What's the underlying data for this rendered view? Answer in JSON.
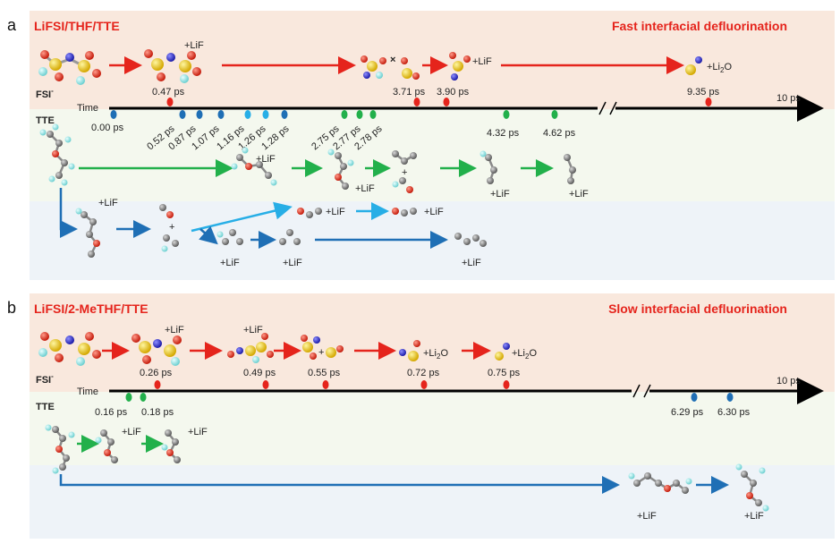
{
  "panel_a": {
    "letter": "a",
    "title": "LiFSI/THF/TTE",
    "subtitle": "Fast interfacial defluorination",
    "time_label": "Time",
    "fsi_label": "FSI",
    "fsi_sup": "-",
    "tte_label": "TTE",
    "end_label": "10 ps",
    "fsi_times": [
      "0.47 ps",
      "3.71 ps",
      "3.90 ps",
      "9.35 ps"
    ],
    "fsi_products": [
      "+LiF",
      "×",
      "+LiF",
      "+Li",
      "2",
      "O"
    ],
    "tte_times_dark": [
      "0.00 ps",
      "0.52 ps",
      "0.87 ps",
      "1.07 ps",
      "1.28 ps"
    ],
    "tte_times_light": [
      "1.16 ps",
      "1.26 ps"
    ],
    "tte_times_green": [
      "2.75 ps",
      "2.77 ps",
      "2.78 ps",
      "4.32 ps",
      "4.62 ps"
    ],
    "green_products": [
      "+LiF",
      "+LiF",
      "+LiF",
      "+LiF"
    ],
    "blue_products": [
      "+LiF",
      "+LiF",
      "+LiF",
      "+LiF",
      "+LiF"
    ],
    "plus": "+"
  },
  "panel_b": {
    "letter": "b",
    "title": "LiFSI/2-MeTHF/TTE",
    "subtitle": "Slow interfacial defluorination",
    "time_label": "Time",
    "fsi_label": "FSI",
    "fsi_sup": "-",
    "tte_label": "TTE",
    "end_label": "10 ps",
    "fsi_times": [
      "0.26 ps",
      "0.49 ps",
      "0.55 ps",
      "0.72 ps",
      "0.75 ps"
    ],
    "fsi_products": [
      "+LiF",
      "+LiF",
      "+",
      "+Li",
      "2",
      "O",
      "+Li",
      "2",
      "O"
    ],
    "tte_times_green": [
      "0.16 ps",
      "0.18 ps"
    ],
    "tte_times_blue": [
      "6.29 ps",
      "6.30 ps"
    ],
    "green_products": [
      "+LiF",
      "+LiF"
    ],
    "blue_products": [
      "+LiF",
      "+LiF"
    ]
  },
  "colors": {
    "fsi_band": "#f9e8dd",
    "tte_band": "#f4f8ee",
    "blue_band": "#eef3f8",
    "red": "#e5241c",
    "green": "#22b04b",
    "dark_blue": "#1f6fb5",
    "light_blue": "#27aee6"
  }
}
